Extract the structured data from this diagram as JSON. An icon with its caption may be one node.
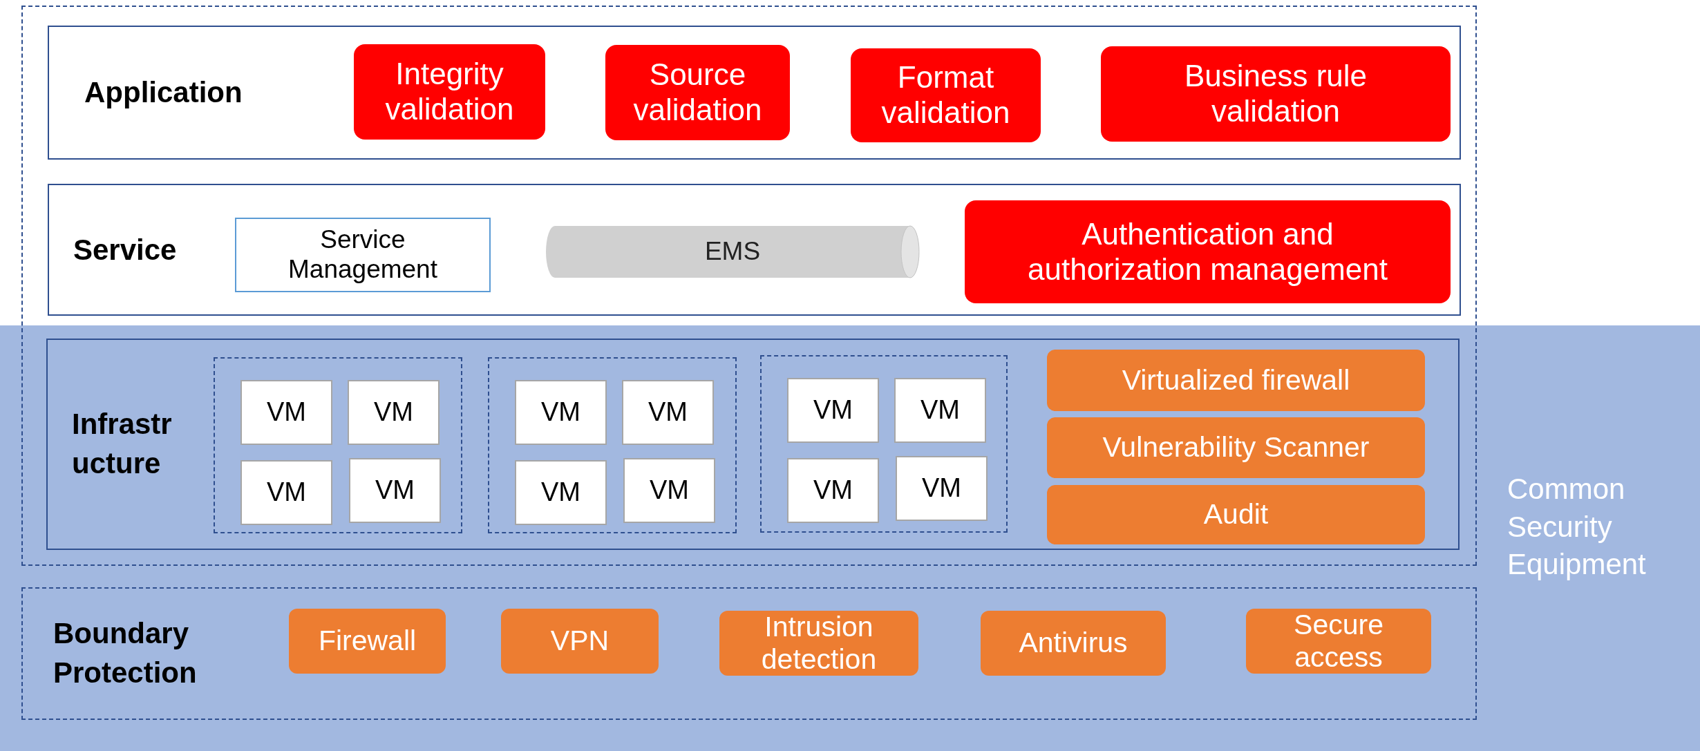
{
  "diagram": {
    "nodes": [
      {
        "text": [
          "Common Security Equipment"
        ]
      },
      {
        "text": [],
        "shape": "box"
      },
      {
        "text": [
          "Application"
        ],
        "in": 1
      },
      {
        "text": [
          "Integrity validation"
        ],
        "in": 2
      },
      {
        "text": [
          "Source validation"
        ],
        "in": 2
      },
      {
        "text": [
          "Format validation"
        ],
        "in": 2
      },
      {
        "text": [
          "Business rule validation"
        ],
        "in": 2
      },
      {
        "text": [
          "Service"
        ],
        "in": 1
      },
      {
        "text": [
          "Service Management"
        ],
        "in": 7
      },
      {
        "text": [
          "EMS"
        ],
        "in": 7
      },
      {
        "text": [
          "Authentication and authorization management"
        ],
        "in": 7
      },
      {
        "text": [
          "Infrastr ucture"
        ]
      },
      {
        "text": [],
        "shape": "box",
        "in": 11
      },
      {
        "text": [
          "VM"
        ],
        "in": 12
      },
      {
        "text": [
          "VM"
        ],
        "in": 12
      },
      {
        "text": [
          "VM"
        ],
        "in": 12
      },
      {
        "text": [
          "VM"
        ],
        "in": 12
      },
      {
        "text": [],
        "shape": "box",
        "in": 11
      },
      {
        "text": [
          "VM"
        ],
        "in": 17
      },
      {
        "text": [
          "VM"
        ],
        "in": 17
      },
      {
        "text": [
          "VM"
        ],
        "in": 17
      },
      {
        "text": [
          "VM"
        ],
        "in": 17
      },
      {
        "text": [],
        "shape": "box",
        "in": 11
      },
      {
        "text": [
          "VM"
        ],
        "in": 22
      },
      {
        "text": [
          "VM"
        ],
        "in": 22
      },
      {
        "text": [
          "VM"
        ],
        "in": 22
      },
      {
        "text": [
          "VM"
        ],
        "in": 22
      },
      {
        "text": [
          "Virtualized firewall"
        ],
        "in": 11
      },
      {
        "text": [
          "Vulnerability Scanner"
        ],
        "in": 11
      },
      {
        "text": [
          "Audit"
        ],
        "in": 11
      },
      {
        "text": [
          "Boundary Protection"
        ],
        "in": 0
      },
      {
        "text": [
          "Firewall"
        ],
        "in": 30
      },
      {
        "text": [
          "VPN"
        ],
        "in": 30
      },
      {
        "text": [
          "Intrusion detection"
        ],
        "in": 30
      },
      {
        "text": [
          "Antivirus"
        ],
        "in": 30
      },
      {
        "text": [
          "Secure access"
        ],
        "in": 30
      }
    ]
  }
}
